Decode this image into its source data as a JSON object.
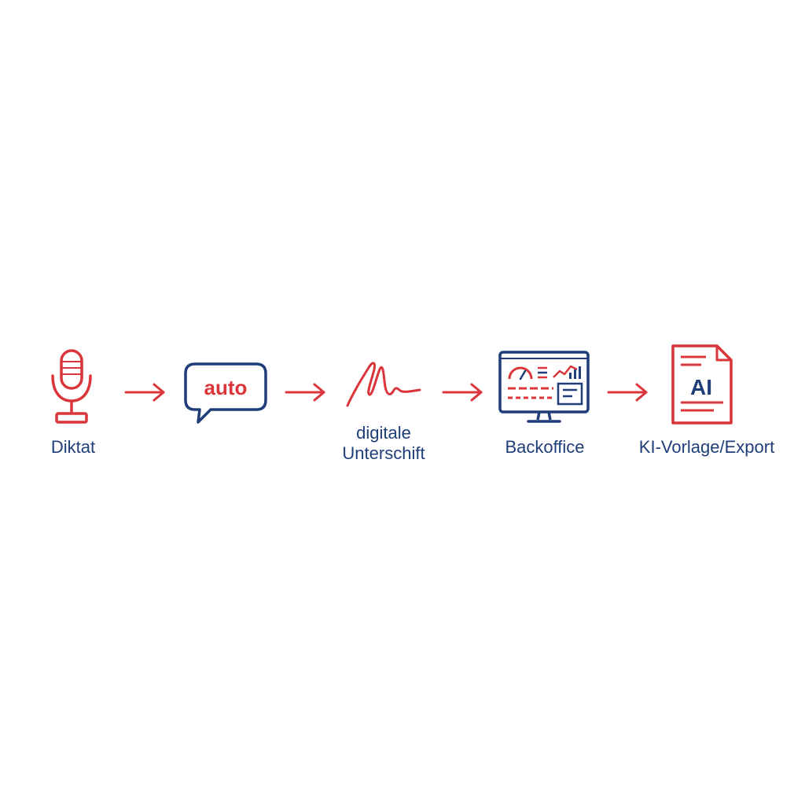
{
  "colors": {
    "accent_red": "#d9353a",
    "navy": "#1f3d78",
    "background": "#ffffff"
  },
  "steps": [
    {
      "icon": "microphone-icon",
      "label_lines": [
        "Diktat"
      ]
    },
    {
      "icon": "speech-bubble-icon",
      "icon_text": "auto",
      "label_lines": []
    },
    {
      "icon": "signature-icon",
      "label_lines": [
        "digitale",
        "Unterschift"
      ]
    },
    {
      "icon": "dashboard-monitor-icon",
      "label_lines": [
        "Backoffice"
      ]
    },
    {
      "icon": "ai-document-icon",
      "icon_text": "AI",
      "label_lines": [
        "KI-Vorlage/Export"
      ]
    }
  ],
  "arrows": [
    {
      "icon": "arrow-right-icon"
    },
    {
      "icon": "arrow-right-icon"
    },
    {
      "icon": "arrow-right-icon"
    },
    {
      "icon": "arrow-right-icon"
    }
  ]
}
